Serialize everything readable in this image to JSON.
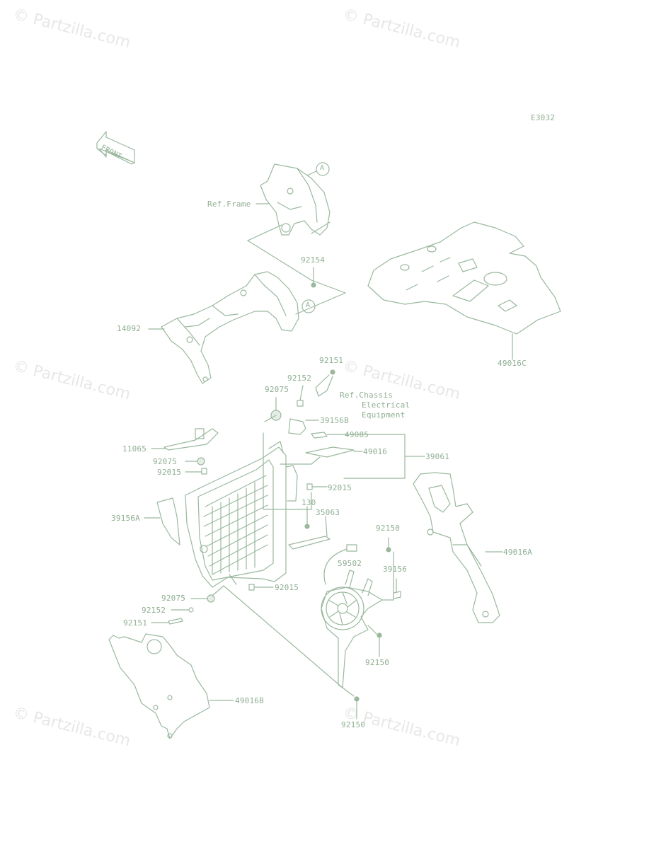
{
  "diagram_code": "E3032",
  "front_arrow_label": "FRONT",
  "callout_letter": "A",
  "watermark": "© Partzilla.com",
  "reference_notes": {
    "frame": "Ref.Frame",
    "chassis_line1": "Ref.Chassis",
    "chassis_line2": "Electrical",
    "chassis_line3": "Equipment"
  },
  "part_numbers": {
    "p14092": "14092",
    "p92154": "92154",
    "p49016C": "49016C",
    "p92151_top": "92151",
    "p92152_top": "92152",
    "p92075_top": "92075",
    "p39156B": "39156B",
    "p49085": "49085",
    "p49016": "49016",
    "p39061": "39061",
    "p11065": "11065",
    "p92075_mid": "92075",
    "p92015_left": "92015",
    "p92015_right": "92015",
    "p39156A": "39156A",
    "p130": "130",
    "p35063": "35063",
    "p92150_a": "92150",
    "p59502": "59502",
    "p39156": "39156",
    "p49016A": "49016A",
    "p92075_low": "92075",
    "p92015_low": "92015",
    "p92152_low": "92152",
    "p92151_low": "92151",
    "p92150_b": "92150",
    "p49016B": "49016B",
    "p92150_c": "92150"
  },
  "colors": {
    "line": "#9bb89e",
    "label": "#8fae92",
    "watermark": "#e7e7e7",
    "background": "#ffffff"
  }
}
